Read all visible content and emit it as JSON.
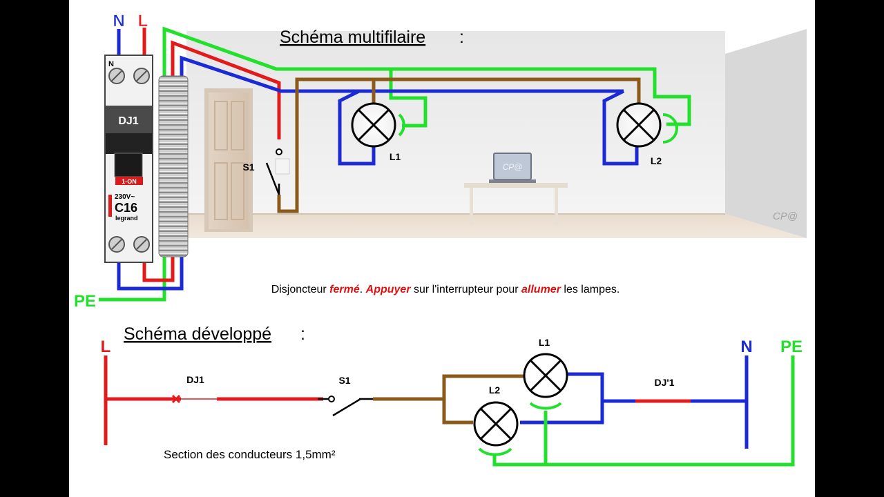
{
  "colors": {
    "neutral": "#1c2ad6",
    "phase": "#e11b1b",
    "earth": "#22e02c",
    "return": "#8b5a1a",
    "black_bar": "#000000",
    "panel_bg": "#ffffff",
    "red_text": "#e01010"
  },
  "multifilar": {
    "title": "Schéma multifilaire",
    "title_suffix": ":",
    "labels": {
      "n": "N",
      "l": "L",
      "pe": "PE",
      "s1": "S1",
      "l1": "L1",
      "l2": "L2",
      "watermark": "CP@",
      "laptop": "CP@"
    },
    "breaker": {
      "top_label": "N",
      "name": "DJ1",
      "state": "1-ON",
      "voltage": "230V~",
      "rating": "C16",
      "brand": "legrand"
    },
    "caption": [
      {
        "text": "Disjoncteur ",
        "style": "normal"
      },
      {
        "text": "fermé",
        "style": "red"
      },
      {
        "text": ". ",
        "style": "normal"
      },
      {
        "text": "Appuyer",
        "style": "red"
      },
      {
        "text": " sur l'interrupteur pour ",
        "style": "normal"
      },
      {
        "text": "allumer",
        "style": "red"
      },
      {
        "text": " les lampes.",
        "style": "normal"
      }
    ]
  },
  "developed": {
    "title": "Schéma développé",
    "title_suffix": ":",
    "labels": {
      "l": "L",
      "dj1": "DJ1",
      "s1": "S1",
      "l1": "L1",
      "l2": "L2",
      "dj1_n": "DJ'1",
      "n": "N",
      "pe": "PE"
    },
    "section_note": "Section des conducteurs 1,5mm²"
  }
}
